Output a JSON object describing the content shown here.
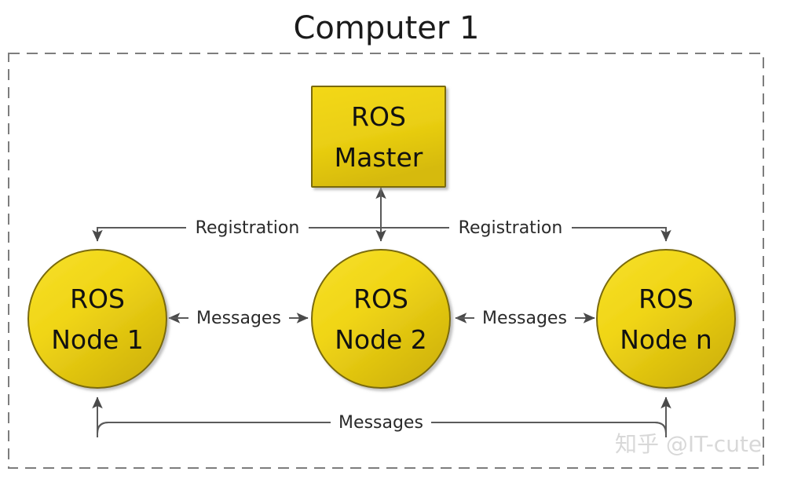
{
  "diagram": {
    "title": "Computer 1",
    "frame": {
      "style": "dashed",
      "color": "#7d7d7d"
    },
    "colors": {
      "node_fill_light": "#F5DB1A",
      "node_fill_dark": "#D2B50C",
      "node_stroke": "#7A6B10",
      "box_fill_light": "#F0D413",
      "box_fill_dark": "#D8BC0B",
      "box_stroke": "#7A6B10",
      "connector": "#5a5a5a",
      "text": "#111111",
      "watermark": "#d8d8d8"
    },
    "master": {
      "line1": "ROS",
      "line2": "Master"
    },
    "nodes": [
      {
        "id": "node-1",
        "line1": "ROS",
        "line2": "Node 1"
      },
      {
        "id": "node-2",
        "line1": "ROS",
        "line2": "Node 2"
      },
      {
        "id": "node-n",
        "line1": "ROS",
        "line2": "Node n"
      }
    ],
    "edges": [
      {
        "id": "registration-left",
        "label": "Registration"
      },
      {
        "id": "registration-right",
        "label": "Registration"
      },
      {
        "id": "master-node2",
        "label": ""
      },
      {
        "id": "messages-left",
        "label": "Messages"
      },
      {
        "id": "messages-right",
        "label": "Messages"
      },
      {
        "id": "messages-bottom",
        "label": "Messages"
      }
    ],
    "watermark": "知乎 @IT-cute"
  }
}
